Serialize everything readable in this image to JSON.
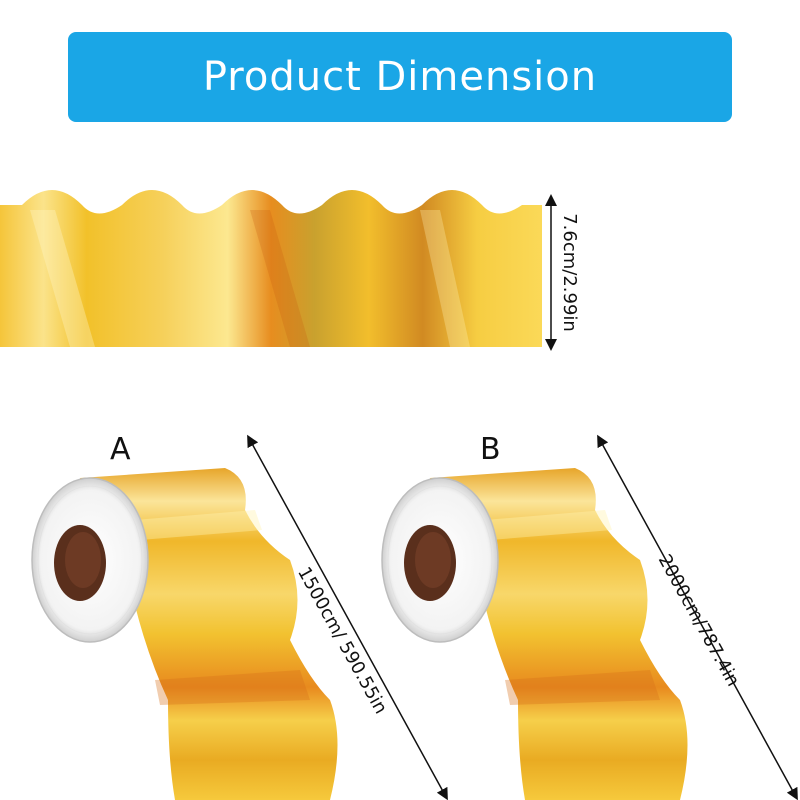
{
  "header": {
    "title": "Product Dimension"
  },
  "strip": {
    "height_label": "7.6cm/2.99in"
  },
  "rolls": [
    {
      "label": "A",
      "length_label": "1500cm/ 590.55in"
    },
    {
      "label": "B",
      "length_label": "2000cm/787.4in"
    }
  ],
  "colors": {
    "banner": "#1aa6e6",
    "foil_gold": "#f2b71e",
    "foil_light": "#fde37a",
    "foil_orange": "#e9861c",
    "core": "#5a2f1c"
  }
}
